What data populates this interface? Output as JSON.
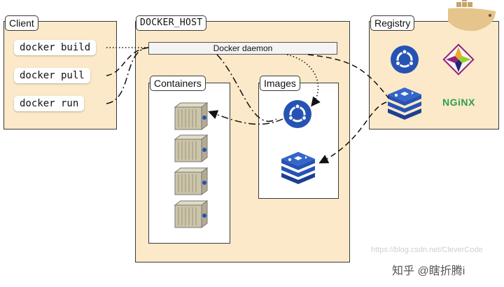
{
  "client": {
    "title": "Client",
    "commands": [
      "docker build",
      "docker pull",
      "docker run"
    ]
  },
  "host": {
    "title": "DOCKER_HOST",
    "daemon": "Docker daemon",
    "containers_title": "Containers",
    "images_title": "Images"
  },
  "registry": {
    "title": "Registry",
    "nginx": "NGiNX"
  },
  "watermark": {
    "url": "https://blog.csdn.net/CleverCode",
    "zhihu": "知乎 @瞎折腾i"
  },
  "icons": {
    "ubuntu": "ubuntu-icon",
    "redis": "redis-stack-icon",
    "centos": "centos-icon",
    "container": "container-icon",
    "docker_whale": "docker-whale-icon"
  },
  "colors": {
    "panel": "#fbe9c9",
    "ubuntu": "#2653b3",
    "redis": "#2653b3",
    "container": "#c9c1a6",
    "nginx": "#2e9e4a"
  }
}
